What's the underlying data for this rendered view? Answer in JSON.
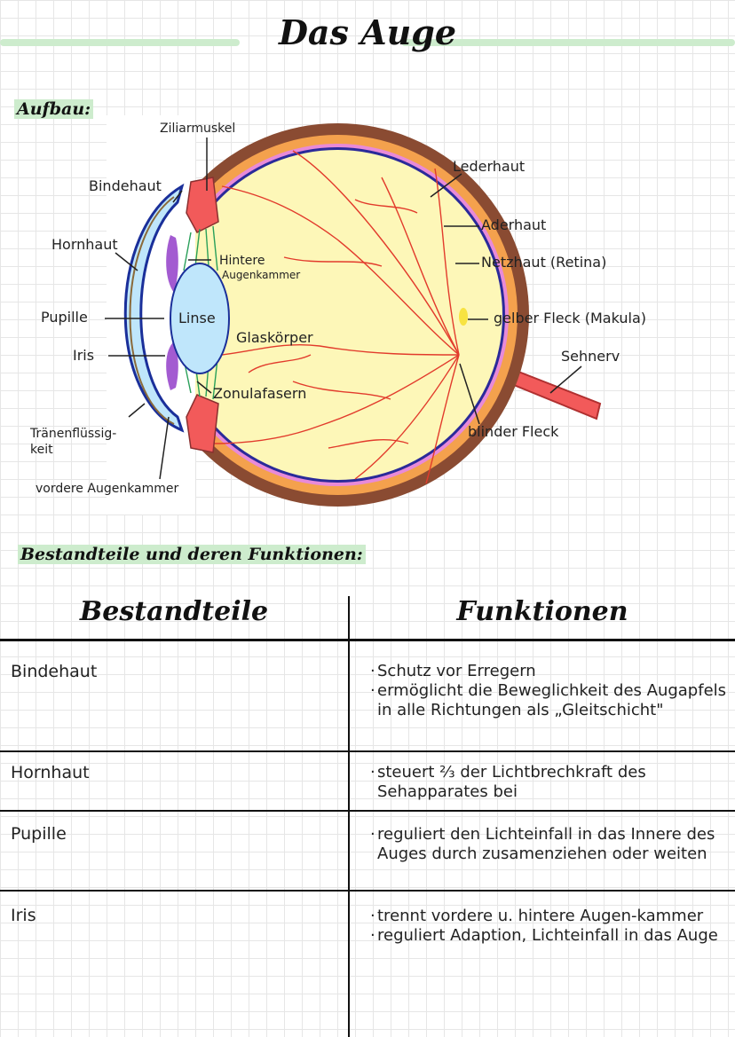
{
  "title": "Das Auge",
  "section_structure": "Aufbau:",
  "section_components": "Bestandteile und deren Funktionen:",
  "diagram_labels": {
    "ziliarmuskel": "Ziliarmuskel",
    "bindehaut": "Bindehaut",
    "hornhaut": "Hornhaut",
    "pupille": "Pupille",
    "iris": "Iris",
    "traenen_1": "Tränenflüssig-",
    "traenen_2": "keit",
    "vordere": "vordere Augenkammer",
    "hintere_1": "Hintere",
    "hintere_2": "Augenkammer",
    "linse": "Linse",
    "glaskoerper": "Glaskörper",
    "zonula": "Zonulafasern",
    "lederhaut": "Lederhaut",
    "aderhaut": "Aderhaut",
    "netzhaut": "Netzhaut (Retina)",
    "gelber": "gelber Fleck (Makula)",
    "sehnerv": "Sehnerv",
    "blinder": "blinder Fleck"
  },
  "colors": {
    "sclera": "#8a4b32",
    "choroid": "#f4a14d",
    "retina": "#e88ad8",
    "vitreous": "#fdf7b8",
    "vessels": "#e23b2c",
    "cornea": "#bfe6fb",
    "lens": "#bfe6fb",
    "iris": "#a35bd1",
    "ciliary": "#f25a5a",
    "optic_nerve": "#f25a5a",
    "macula": "#f7e341",
    "accent": "#cdeccd"
  },
  "table": {
    "headers": [
      "Bestandteile",
      "Funktionen"
    ],
    "rows": [
      {
        "part": "Bindehaut",
        "functions": [
          "Schutz vor Erregern",
          "ermöglicht die Beweglichkeit des Augapfels in alle Richtungen als „Gleitschicht\""
        ]
      },
      {
        "part": "Hornhaut",
        "functions": [
          "steuert ⅔ der Lichtbrechkraft des Sehapparates bei"
        ]
      },
      {
        "part": "Pupille",
        "functions": [
          "reguliert den Lichteinfall in das Innere des Auges durch zusamenziehen oder weiten"
        ]
      },
      {
        "part": "Iris",
        "functions": [
          "trennt vordere u. hintere Augen-kammer",
          "reguliert Adaption, Lichteinfall in das Auge"
        ]
      }
    ]
  }
}
